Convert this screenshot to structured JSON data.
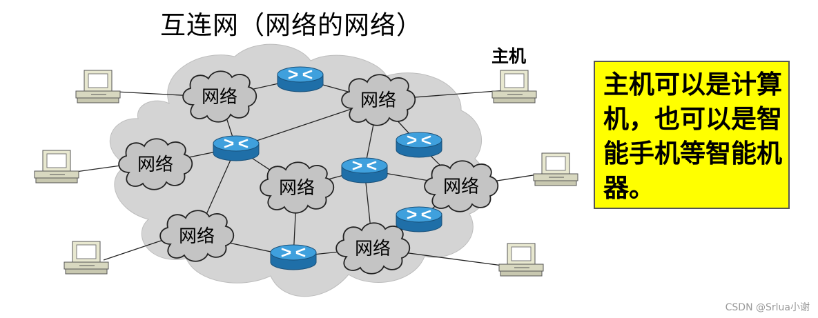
{
  "title": "互连网（网络的网络）",
  "host_label": "主机",
  "note_text": "主机可以是计算机，也可以是智能手机等智能机器。",
  "network_label": "网络",
  "watermark": "CSDN @Srlua小谢",
  "colors": {
    "cloud_fill": "#d4d4d4",
    "network_fill": "#c4c4c4",
    "router_top": "#3fa0dd",
    "router_side": "#1f6fa8",
    "note_background": "#ffff00"
  },
  "icons": [
    "router-icon",
    "computer-icon",
    "network-cloud-icon"
  ]
}
